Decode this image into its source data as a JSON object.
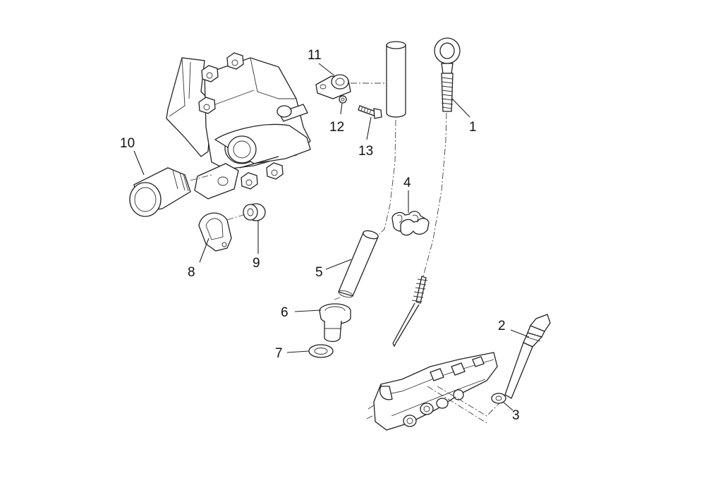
{
  "diagram": {
    "callouts": {
      "c1": "1",
      "c2": "2",
      "c3": "3",
      "c4": "4",
      "c5": "5",
      "c6": "6",
      "c7": "7",
      "c8": "8",
      "c9": "9",
      "c10": "10",
      "c11": "11",
      "c12": "12",
      "c13": "13"
    },
    "parts": [
      {
        "callout": "1",
        "name": "dipstick"
      },
      {
        "callout": "2",
        "name": "dipstick-guide-tube"
      },
      {
        "callout": "3",
        "name": "sealing-washer"
      },
      {
        "callout": "4",
        "name": "clips"
      },
      {
        "callout": "5",
        "name": "hose"
      },
      {
        "callout": "6",
        "name": "connector"
      },
      {
        "callout": "7",
        "name": "washer"
      },
      {
        "callout": "8",
        "name": "clamp"
      },
      {
        "callout": "9",
        "name": "grommet"
      },
      {
        "callout": "10",
        "name": "fitting"
      },
      {
        "callout": "11",
        "name": "bracket"
      },
      {
        "callout": "12",
        "name": "washer"
      },
      {
        "callout": "13",
        "name": "bolt"
      }
    ]
  }
}
